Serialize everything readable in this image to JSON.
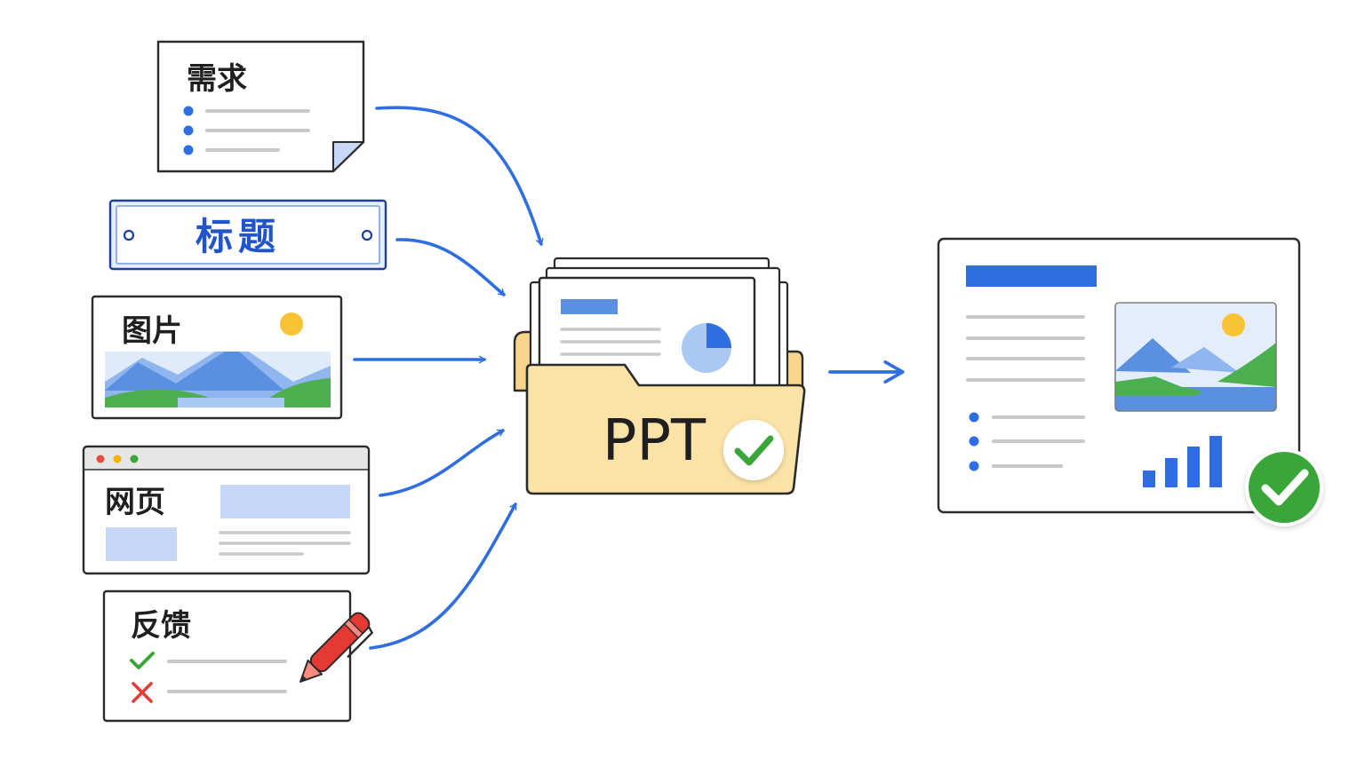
{
  "inputs": {
    "requirement": {
      "label": "需求"
    },
    "title": {
      "label": "标题"
    },
    "image": {
      "label": "图片"
    },
    "webpage": {
      "label": "网页"
    },
    "feedback": {
      "label": "反馈"
    }
  },
  "hub": {
    "label": "PPT"
  },
  "colors": {
    "arrow": "#2f6ee0",
    "accent_blue": "#2f6ee0",
    "light_blue": "#c6d8f6",
    "folder_fill": "#fbe3a8",
    "success_green": "#3aa639",
    "error_red": "#e53935",
    "sun": "#f7c335",
    "mountain_blue": "#5b8fe0",
    "grass_green": "#4caf50",
    "water_blue": "#8fb6ef"
  }
}
